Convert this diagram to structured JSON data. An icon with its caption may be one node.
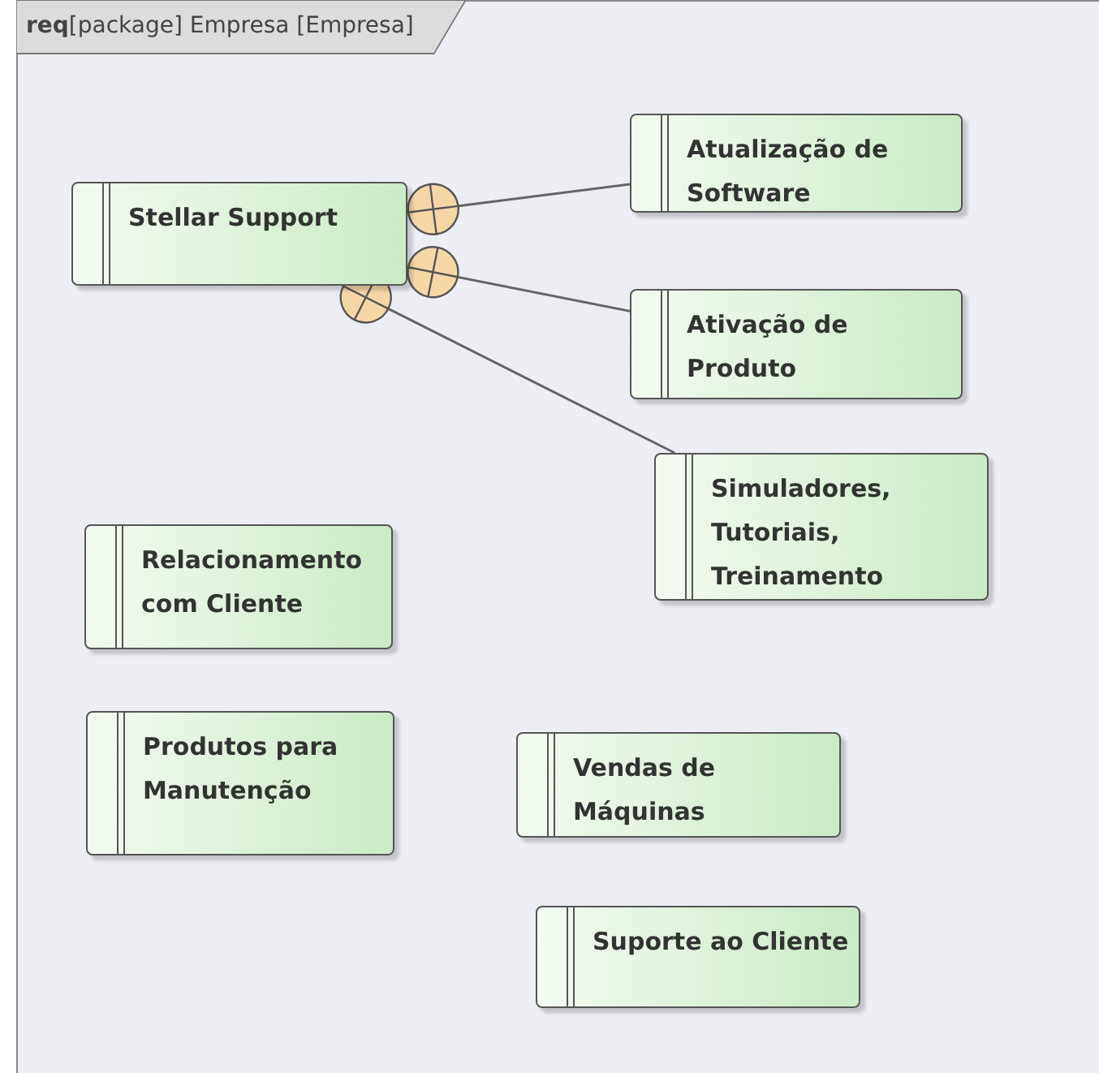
{
  "diagram": {
    "title": "**req**[package] Empresa [Empresa]",
    "nodes": [
      {
        "text": [
          "Stellar Support"
        ]
      },
      {
        "text": [
          "Atualização de Software"
        ]
      },
      {
        "text": [
          "Ativação de Produto"
        ]
      },
      {
        "text": [
          "Simuladores, Tutoriais, Treinamento"
        ]
      },
      {
        "text": [
          "Relacionamento com Cliente"
        ]
      },
      {
        "text": [
          "Produtos para Manutenção"
        ]
      },
      {
        "text": [
          "Vendas de Máquinas"
        ]
      },
      {
        "text": [
          "Suporte ao Cliente"
        ]
      }
    ],
    "edges": [
      {
        "from": 0,
        "to": 1,
        "arrow": "other"
      },
      {
        "from": 0,
        "to": 2,
        "arrow": "other"
      },
      {
        "from": 0,
        "to": 3,
        "arrow": "other"
      }
    ]
  }
}
